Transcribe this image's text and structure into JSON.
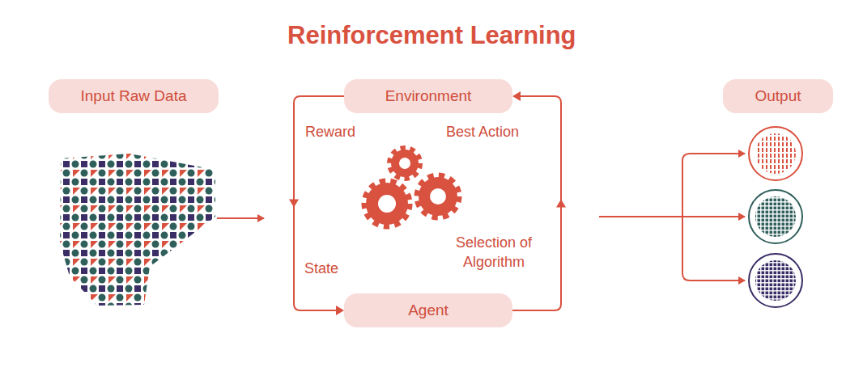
{
  "diagram": {
    "title": "Reinforcement Learning",
    "nodes": [
      {
        "text": [
          "Input Raw Data"
        ]
      },
      {
        "text": [
          "Environment"
        ]
      },
      {
        "text": [
          "Agent"
        ]
      },
      {
        "text": [
          "Output"
        ]
      }
    ],
    "edges": [
      {
        "from": 1,
        "to": 2,
        "arrow": "to"
      },
      {
        "from": 2,
        "to": 1,
        "arrow": "to"
      }
    ],
    "labels": [
      "Reward",
      "Best Action",
      "State",
      "Selection of Algorithm"
    ]
  }
}
